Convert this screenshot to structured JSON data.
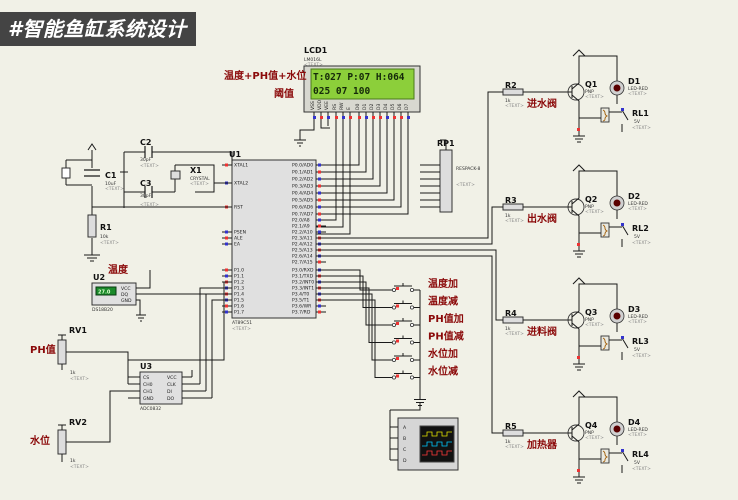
{
  "title": "#智能鱼缸系统设计",
  "lcd": {
    "ref": "LCD1",
    "model": "LM016L",
    "row1": "T:027 P:07 H:064",
    "row2": " 025   07   100",
    "caption1": "温度+PH值+水位",
    "caption2": "阈值"
  },
  "mcu": {
    "ref": "U1",
    "model": "AT89C51",
    "left_pins": [
      "XTAL1",
      "XTAL2",
      "RST",
      "PSEN",
      "ALE",
      "EA",
      "P1.0",
      "P1.1",
      "P1.2",
      "P1.3",
      "P1.4",
      "P1.5",
      "P1.6",
      "P1.7"
    ],
    "right_pins": [
      "P0.0/AD0",
      "P0.1/AD1",
      "P0.2/AD2",
      "P0.3/AD3",
      "P0.4/AD4",
      "P0.5/AD5",
      "P0.6/AD6",
      "P0.7/AD7",
      "P2.0/A8",
      "P2.1/A9",
      "P2.2/A10",
      "P2.3/A11",
      "P2.4/A12",
      "P2.5/A13",
      "P2.6/A14",
      "P2.7/A15",
      "P3.0/RXD",
      "P3.1/TXD",
      "P3.2/INT0",
      "P3.3/INT1",
      "P3.4/T0",
      "P3.5/T1",
      "P3.6/WR",
      "P3.7/RD"
    ]
  },
  "crystal": {
    "ref": "X1",
    "value": "CRYSTAL"
  },
  "caps": [
    {
      "ref": "C2",
      "value": "30pF"
    },
    {
      "ref": "C3",
      "value": "30pF"
    },
    {
      "ref": "C1",
      "value": "10uF"
    }
  ],
  "reset_resistor": {
    "ref": "R1",
    "value": "10k"
  },
  "rp1": {
    "ref": "RP1",
    "model": "RESPACK-8"
  },
  "temp_sensor": {
    "ref": "U2",
    "model": "DS18B20",
    "reading": "27.0",
    "caption": "温度",
    "pins": [
      "VCC",
      "DQ",
      "GND"
    ]
  },
  "adc": {
    "ref": "U3",
    "model": "ADC0832",
    "left_pins": [
      "CS",
      "CH0",
      "CH1",
      "GND"
    ],
    "right_pins": [
      "VCC",
      "CLK",
      "DI",
      "DO"
    ]
  },
  "pots": [
    {
      "ref": "RV1",
      "value": "1k",
      "caption": "PH值"
    },
    {
      "ref": "RV2",
      "value": "1k",
      "caption": "水位"
    }
  ],
  "buttons": [
    "温度加",
    "温度减",
    "PH值加",
    "PH值减",
    "水位加",
    "水位减"
  ],
  "drivers": [
    {
      "r": "R2",
      "rv": "1k",
      "q": "Q1",
      "d": "D1",
      "rl": "RL1",
      "label": "进水阀"
    },
    {
      "r": "R3",
      "rv": "1k",
      "q": "Q2",
      "d": "D2",
      "rl": "RL2",
      "label": "出水阀"
    },
    {
      "r": "R4",
      "rv": "1k",
      "q": "Q3",
      "d": "D3",
      "rl": "RL3",
      "label": "进料阀"
    },
    {
      "r": "R5",
      "rv": "1k",
      "q": "Q4",
      "d": "D4",
      "rl": "RL4",
      "label": "加热器"
    }
  ],
  "part_labels": {
    "transistor": "PNP",
    "led": "LED-RED",
    "relay": "5V",
    "placeholder": "<TEXT>"
  },
  "scope_channels": [
    "A",
    "B",
    "C",
    "D"
  ]
}
